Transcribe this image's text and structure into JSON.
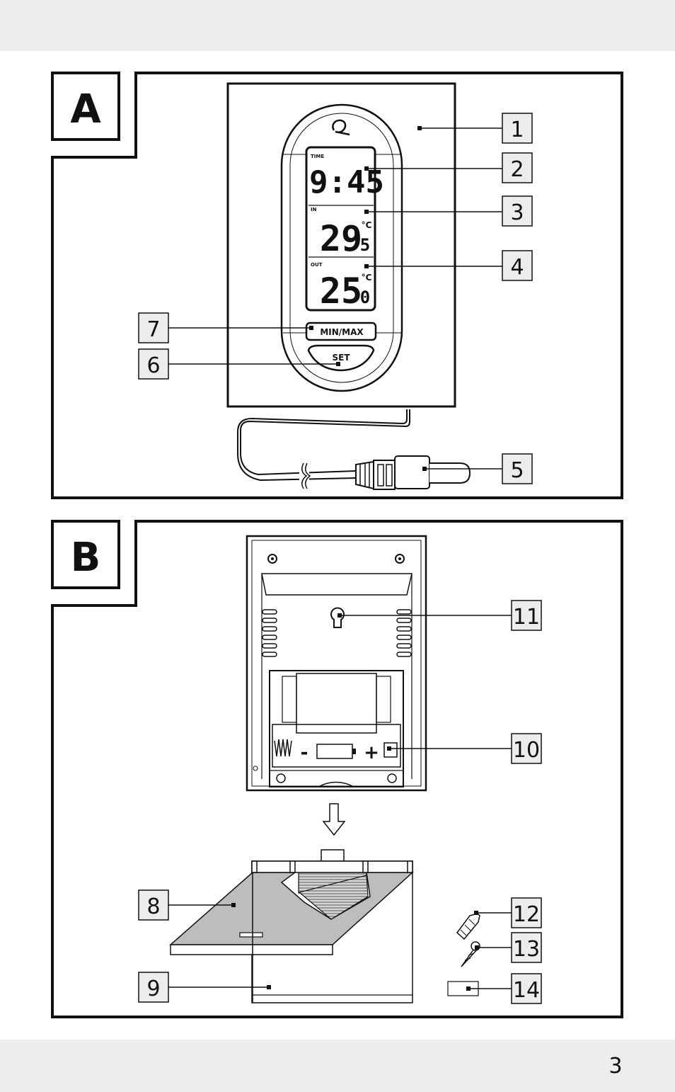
{
  "page": {
    "number": "3"
  },
  "panel_a": {
    "letter": "A",
    "display": {
      "time_label": "TIME",
      "time_value": "9:45",
      "in_label": "IN",
      "in_value": "29",
      "in_decimal": "5",
      "in_unit": "°C",
      "out_label": "OUT",
      "out_value": "25",
      "out_decimal": "0",
      "out_unit": "°C",
      "minmax_button": "MIN/MAX",
      "set_button": "SET"
    },
    "callouts": [
      "1",
      "2",
      "3",
      "4",
      "5",
      "6",
      "7"
    ]
  },
  "panel_b": {
    "letter": "B",
    "battery_minus": "-",
    "battery_plus": "+",
    "callouts": [
      "8",
      "9",
      "10",
      "11",
      "12",
      "13",
      "14"
    ]
  }
}
